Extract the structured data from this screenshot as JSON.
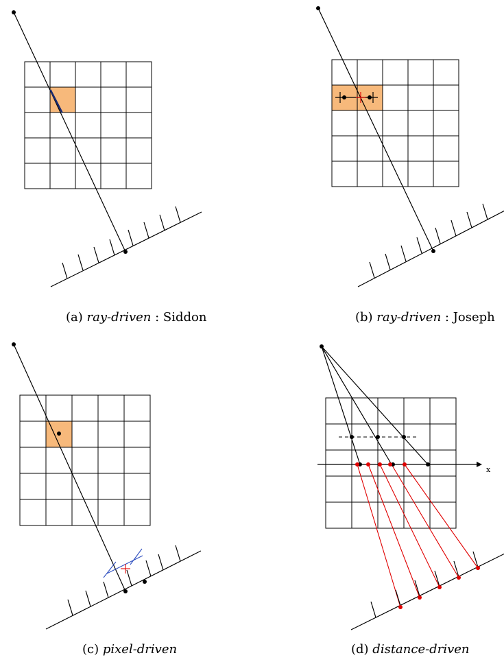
{
  "panels": [
    {
      "id": "a",
      "prefix": "(a) ",
      "method": "ray-driven",
      "suffix": " : Siddon"
    },
    {
      "id": "b",
      "prefix": "(b) ",
      "method": "ray-driven",
      "suffix": " : Joseph"
    },
    {
      "id": "c",
      "prefix": "(c) ",
      "method": "pixel-driven",
      "suffix": ""
    },
    {
      "id": "d",
      "prefix": "(d) ",
      "method": "distance-driven",
      "suffix": ""
    }
  ],
  "axis_label": "x",
  "grid": {
    "rows": 5,
    "cols": 5
  },
  "colors": {
    "pixel_fill": "#f7b97b",
    "highlight": "#e00000",
    "pixel_boundary": "#3050c0",
    "line": "#000000"
  }
}
